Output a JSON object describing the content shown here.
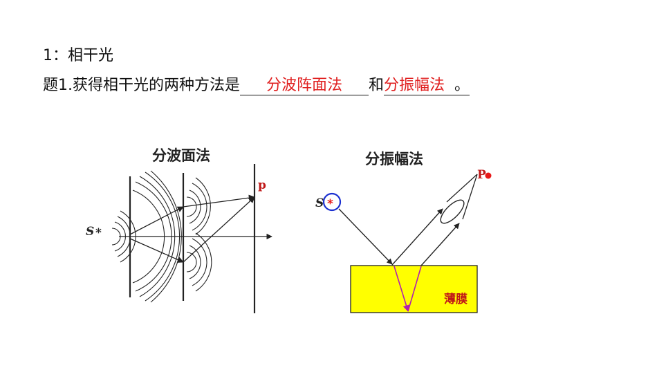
{
  "heading": "1：相干光",
  "question": {
    "prefix": "题1.获得相干光的两种方法是",
    "answer1": "分波阵面法",
    "connector": "和",
    "answer2": "分振幅法",
    "suffix": "。"
  },
  "figures": {
    "wavefront": {
      "title": "分波面法",
      "source_label": "S",
      "source_mark": "*",
      "point_label": "p"
    },
    "amplitude": {
      "title": "分振幅法",
      "source_label": "S",
      "source_mark": "*",
      "point_label": "P",
      "film_label": "薄膜"
    }
  },
  "colors": {
    "answer": "#e02020",
    "film_fill": "#ffff00",
    "source_circle": "#1a2fd0",
    "point_dot": "#e81818",
    "refracted_ray": "#b020b0"
  }
}
